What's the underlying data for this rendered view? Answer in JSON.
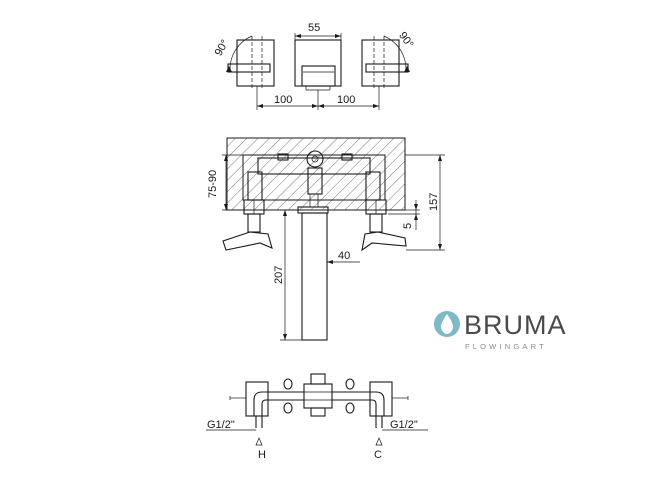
{
  "top_view": {
    "angle_left": "90°",
    "angle_right": "90°",
    "spout_width": "55",
    "spacing_left": "100",
    "spacing_right": "100"
  },
  "side_view": {
    "depth_range": "75-90",
    "total_height": "157",
    "gap": "5",
    "spout_projection": "207",
    "spout_diameter": "40"
  },
  "bottom_view": {
    "thread_left": "G1/2\"",
    "thread_right": "G1/2\"",
    "hot_label": "H",
    "cold_label": "C"
  },
  "brand": {
    "name": "BRUMA",
    "tagline": "FLOWINGART",
    "colors": {
      "drop": "#7fb8c6",
      "name": "#4a4a4a",
      "tagline": "#8a8a8a"
    }
  }
}
